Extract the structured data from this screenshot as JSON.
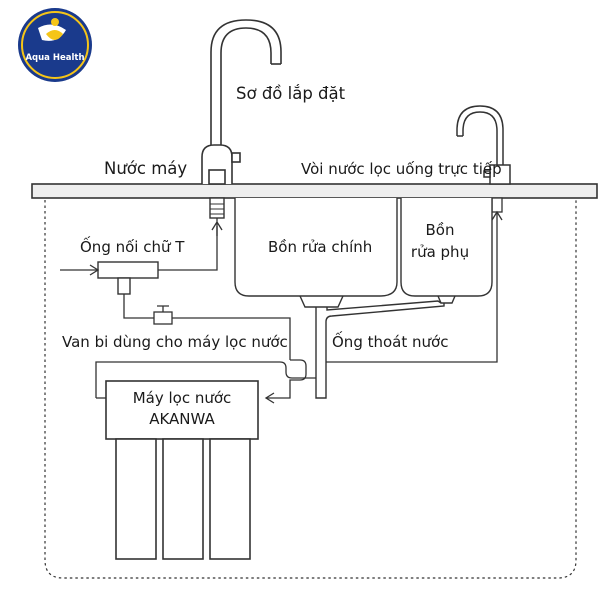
{
  "logo": {
    "text": "Aqua Health",
    "colors": {
      "ring": "#1a3a8c",
      "accent": "#f5c518",
      "text": "#ffffff"
    }
  },
  "diagram": {
    "title": "Sơ đồ lắp đặt",
    "labels": {
      "tap_water": "Nước máy",
      "drinking_faucet": "Vòi nước lọc uống trực tiếp",
      "t_connector": "Ống nối chữ T",
      "main_sink": "Bồn rửa chính",
      "aux_sink_line1": "Bồn",
      "aux_sink_line2": "rửa phụ",
      "ball_valve": "Van bi dùng cho máy lọc nước",
      "drain_pipe": "Ống thoát nước",
      "filter_unit_line1": "Máy lọc nước",
      "filter_unit_line2": "AKANWA"
    }
  },
  "colors": {
    "line": "#333333",
    "counter_fill": "#eeeeee",
    "background": "#ffffff"
  }
}
